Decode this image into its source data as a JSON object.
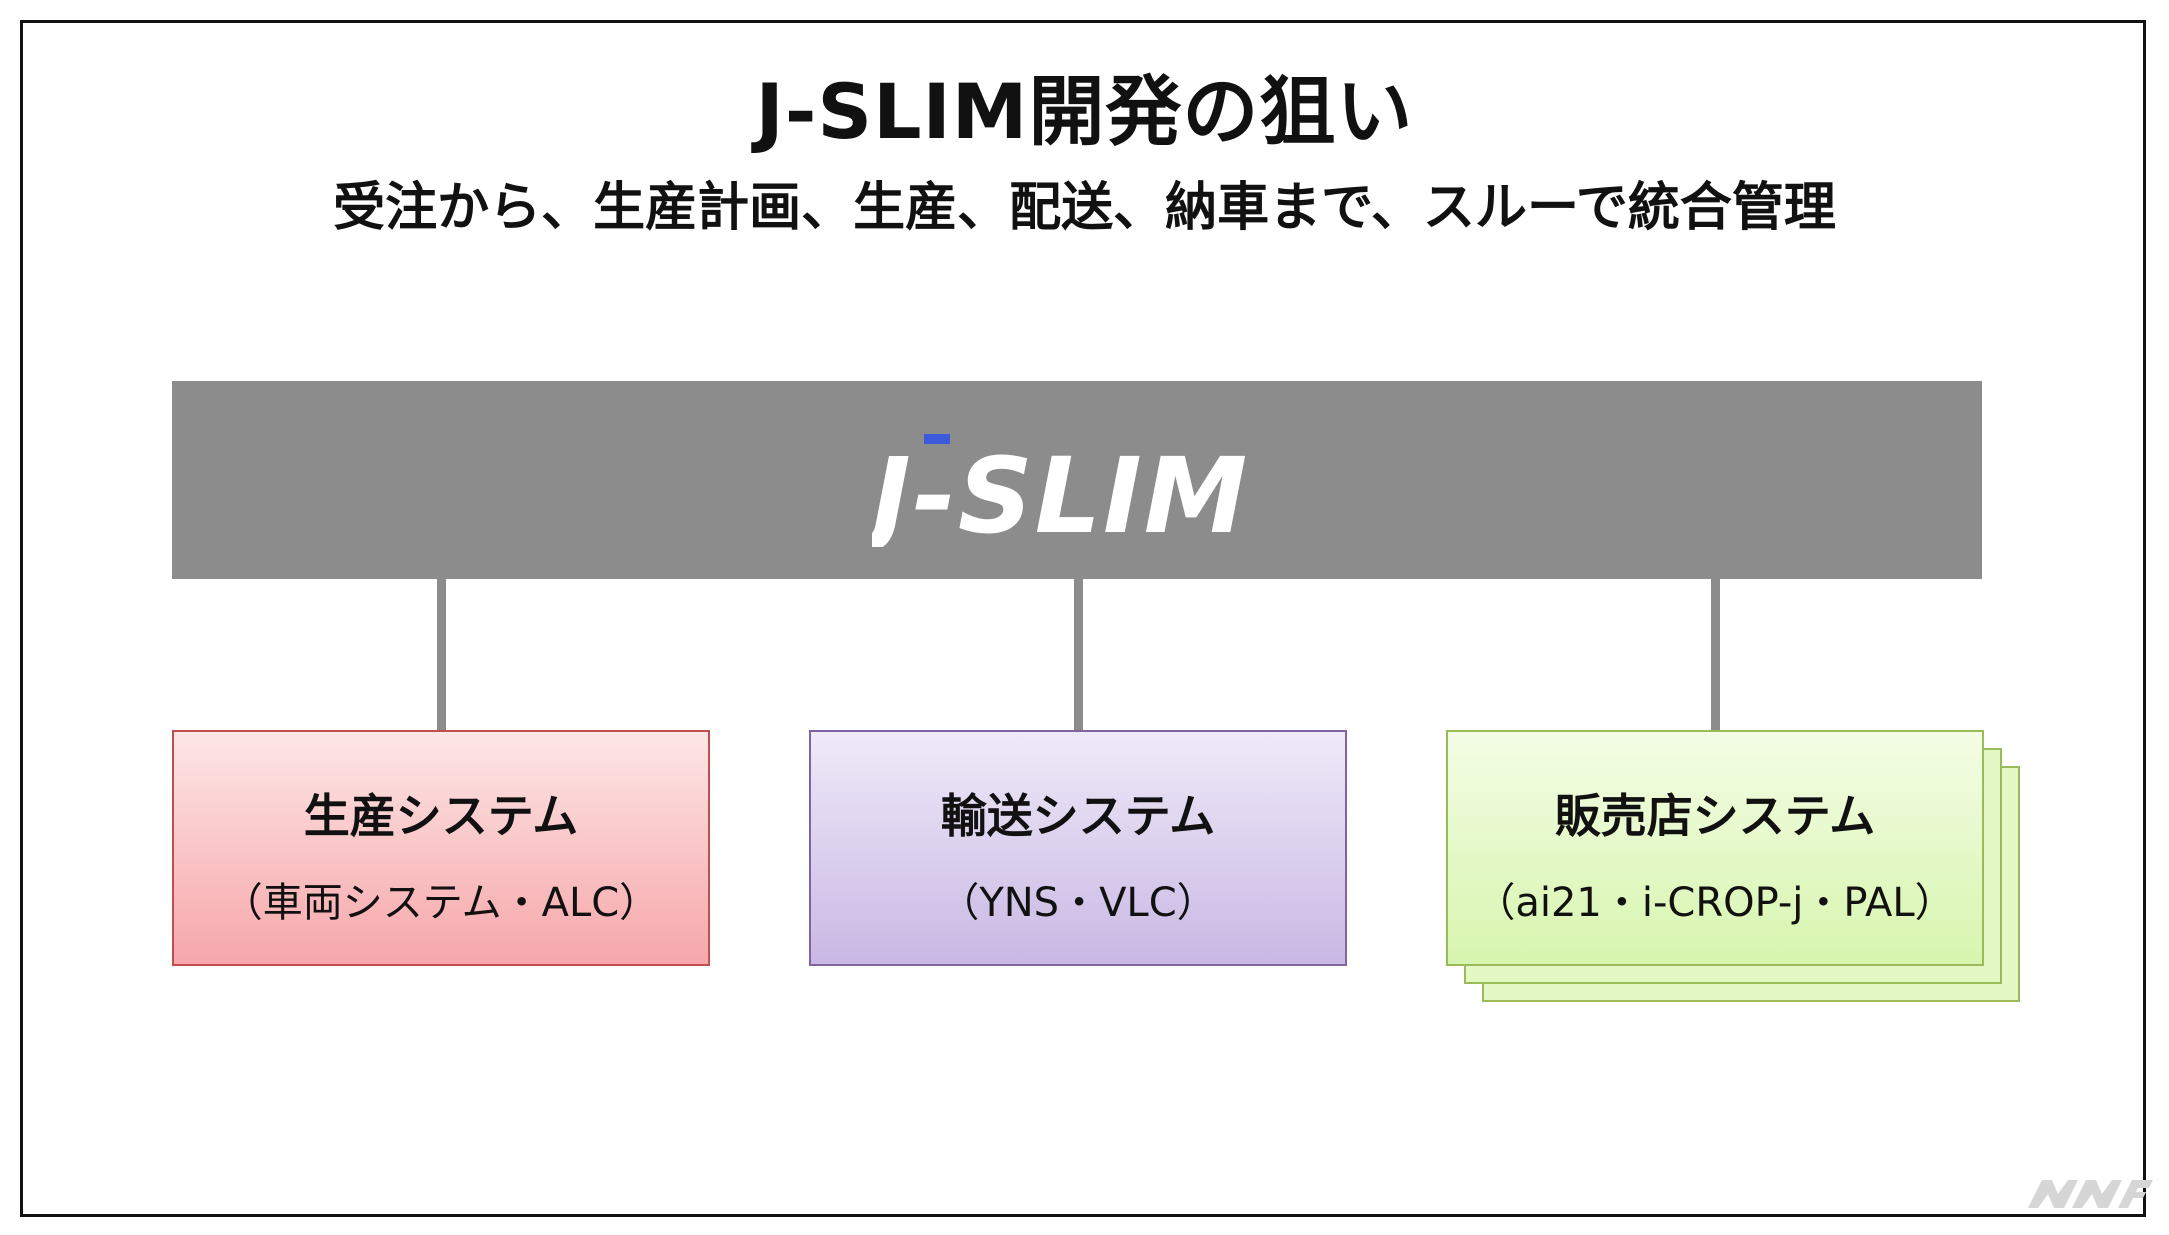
{
  "title": "J-SLIM開発の狙い",
  "subtitle": "受注から、生産計画、生産、配送、納車まで、スルーで統合管理",
  "hub": {
    "logo_text": "J-SLIM"
  },
  "systems": [
    {
      "name": "生産システム",
      "detail": "（車両システム・ALC）"
    },
    {
      "name": "輸送システム",
      "detail": "（YNS・VLC）"
    },
    {
      "name": "販売店システム",
      "detail": "（ai21・i-CROP-j・PAL）"
    }
  ],
  "colors": {
    "hub_bar": "#8c8c8c",
    "logo_accent": "#3b5bdb",
    "production": "#f6a7aa",
    "transport": "#c9b8e4",
    "dealer": "#d7f5ae"
  }
}
